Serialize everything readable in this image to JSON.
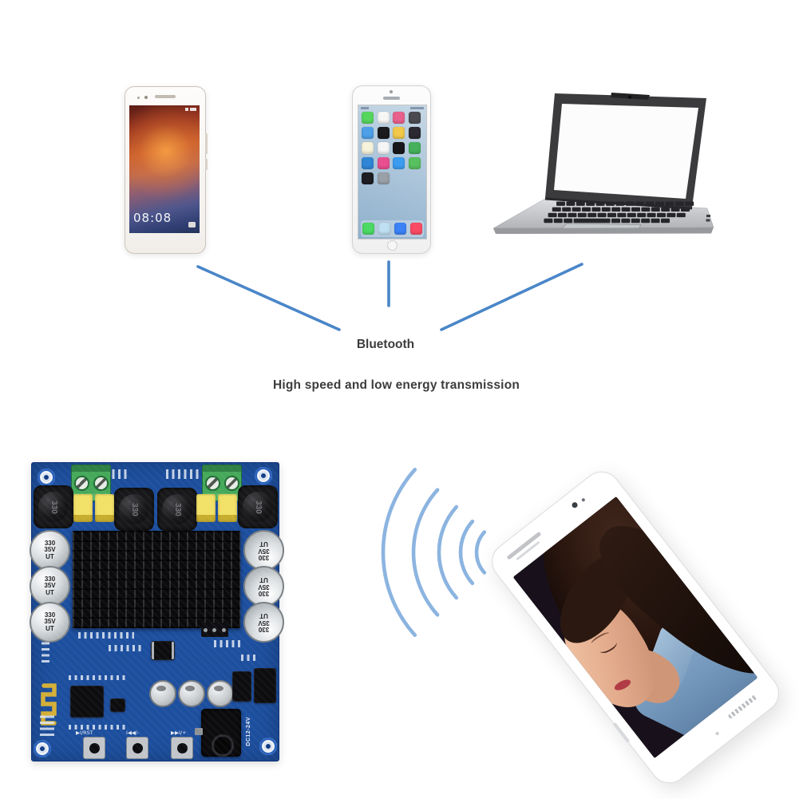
{
  "colors": {
    "line-blue": "#4a86c8",
    "wave-blue": "#8cb4e0",
    "text-dark": "#3c3c3c",
    "pcb-blue": "#1d4f9f"
  },
  "connection": {
    "label": "Bluetooth",
    "subtitle": "High speed and low energy transmission"
  },
  "left_phone": {
    "clock": "08:08"
  },
  "iphone": {
    "app_icon_rows": [
      [
        {
          "name": "messages",
          "color": "#57d65e"
        },
        {
          "name": "calendar",
          "color": "#f6f6f4"
        },
        {
          "name": "photos",
          "color": "#e8618c"
        },
        {
          "name": "camera",
          "color": "#4a4a50"
        }
      ],
      [
        {
          "name": "weather",
          "color": "#4da0e8"
        },
        {
          "name": "clock",
          "color": "#1b1b1d"
        },
        {
          "name": "maps",
          "color": "#f0c84a"
        },
        {
          "name": "videos",
          "color": "#2a2a30"
        }
      ],
      [
        {
          "name": "notes",
          "color": "#f7f3da"
        },
        {
          "name": "reminders",
          "color": "#f6f6f6"
        },
        {
          "name": "stocks",
          "color": "#17171b"
        },
        {
          "name": "game-center",
          "color": "#46b05c"
        }
      ],
      [
        {
          "name": "app-store",
          "color": "#2f86d6"
        },
        {
          "name": "itunes",
          "color": "#e94f8f"
        },
        {
          "name": "safari",
          "color": "#3b9cf0"
        },
        {
          "name": "newsstand",
          "color": "#58c05e"
        }
      ],
      [
        {
          "name": "utility",
          "color": "#1d1d22"
        },
        {
          "name": "settings",
          "color": "#9aa0a8"
        }
      ]
    ],
    "dock_icons": [
      {
        "name": "phone",
        "color": "#4cd964"
      },
      {
        "name": "mail",
        "color": "#bfe0f2"
      },
      {
        "name": "safari",
        "color": "#3b82f6"
      },
      {
        "name": "music",
        "color": "#fb4a64"
      }
    ]
  },
  "pcb": {
    "inductor_label": "330",
    "capacitor_label": "330\n35V\nUT",
    "power_label": "DC12-24V",
    "buttons": [
      {
        "label": "▶I/RST"
      },
      {
        "label": "I◀◀/-"
      },
      {
        "label": "▶▶I/+"
      }
    ]
  },
  "waves": {
    "count": 5
  }
}
